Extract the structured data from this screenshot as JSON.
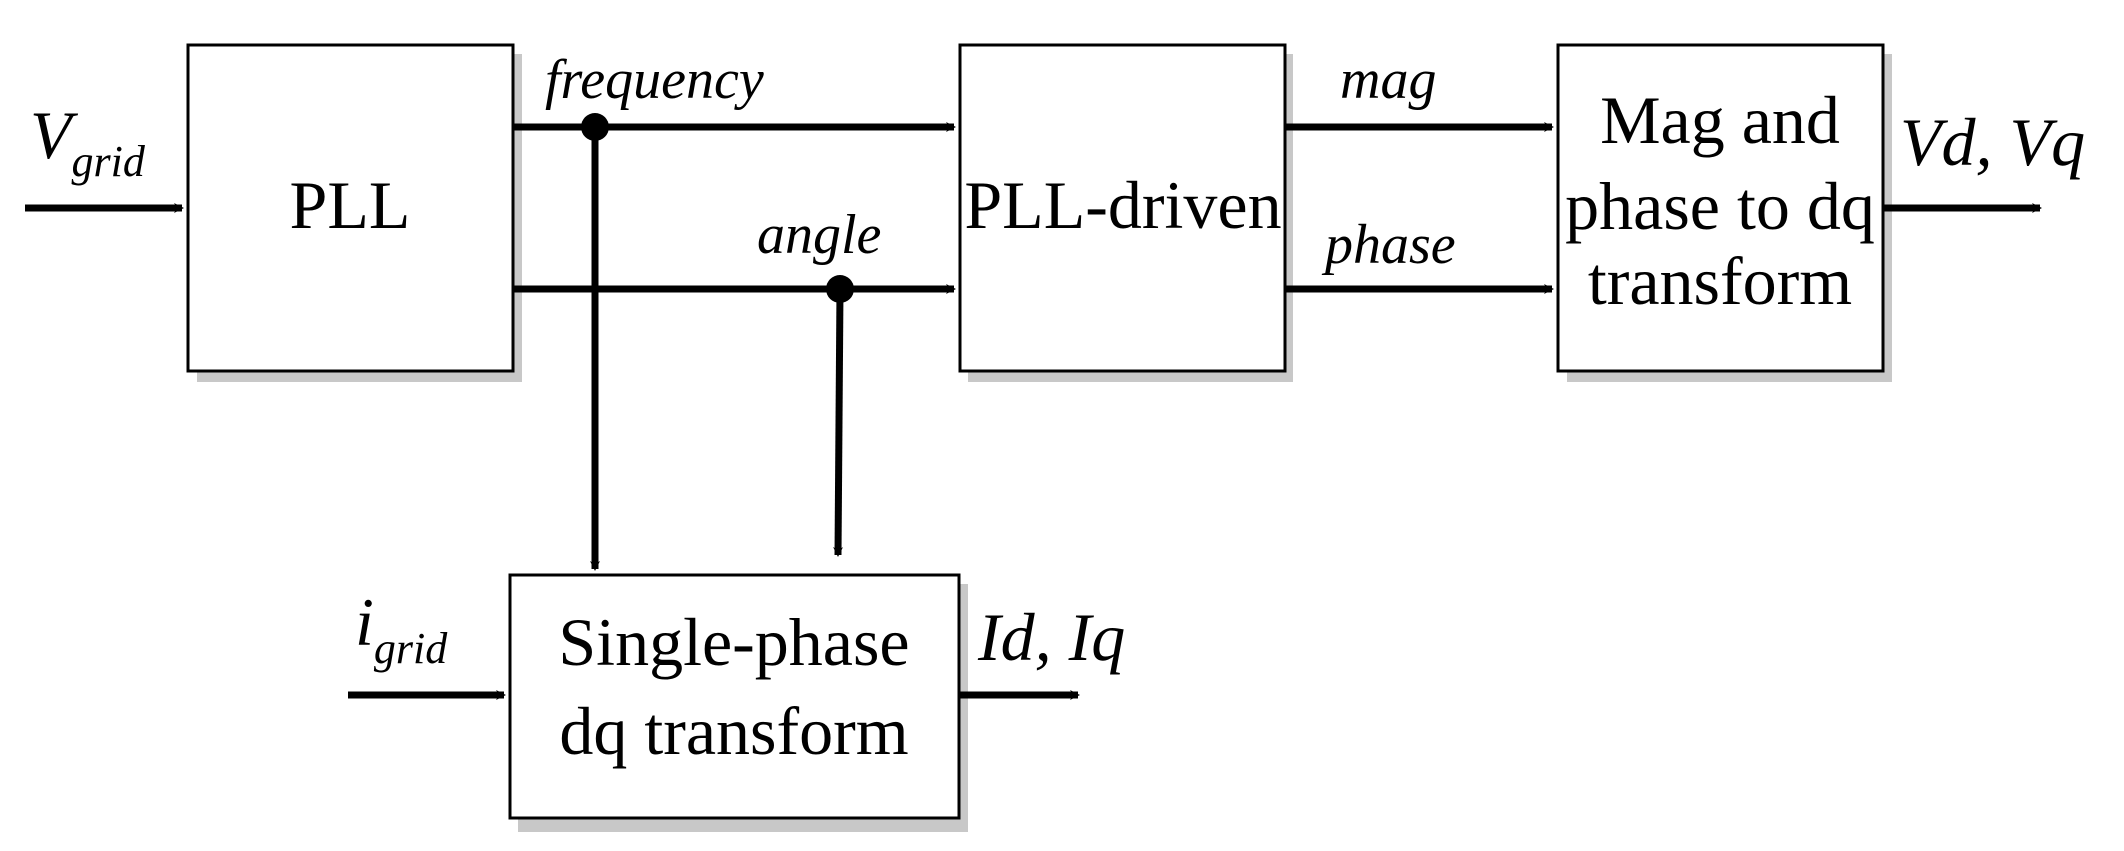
{
  "blocks": {
    "pll": "PLL",
    "pll_driven": "PLL-driven",
    "mag_phase_dq": [
      "Mag and",
      "phase to dq",
      "transform"
    ],
    "single_phase_dq": [
      "Single-phase",
      "dq transform"
    ]
  },
  "signals": {
    "v_grid": {
      "base": "V",
      "sub": "grid"
    },
    "i_grid": {
      "base": "i",
      "sub": "grid"
    },
    "frequency": "frequency",
    "angle": "angle",
    "mag": "mag",
    "phase": "phase",
    "vd_vq": "Vd, Vq",
    "id_iq": "Id, Iq"
  }
}
